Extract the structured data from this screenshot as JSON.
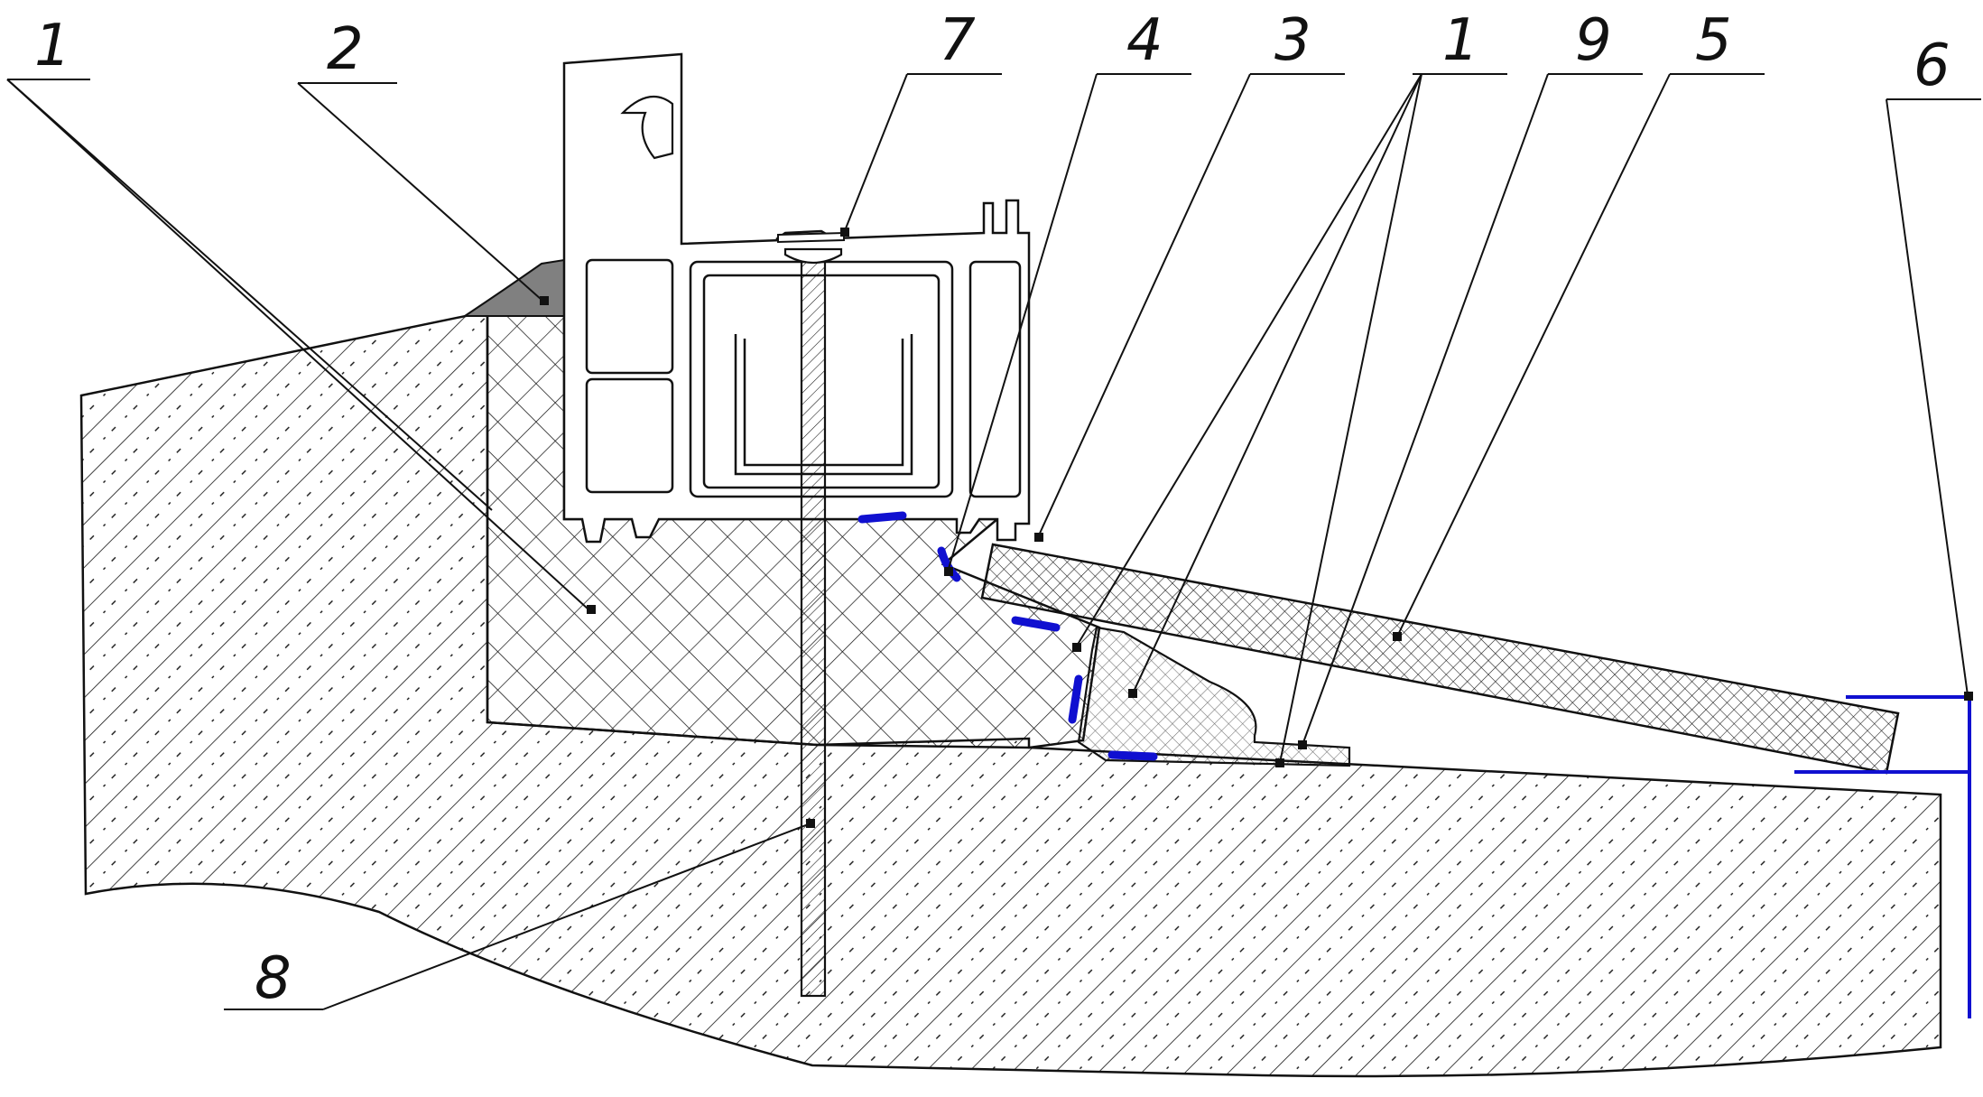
{
  "diagram": {
    "colors": {
      "line": "#111111",
      "seal": "#1010d0",
      "sealant_fill": "#808080",
      "background": "#ffffff"
    },
    "callouts": [
      {
        "id": "c1a",
        "label": "1"
      },
      {
        "id": "c2",
        "label": "2"
      },
      {
        "id": "c7",
        "label": "7"
      },
      {
        "id": "c4",
        "label": "4"
      },
      {
        "id": "c3",
        "label": "3"
      },
      {
        "id": "c1b",
        "label": "1"
      },
      {
        "id": "c9",
        "label": "9"
      },
      {
        "id": "c5",
        "label": "5"
      },
      {
        "id": "c6",
        "label": "6"
      },
      {
        "id": "c8",
        "label": "8"
      }
    ]
  }
}
